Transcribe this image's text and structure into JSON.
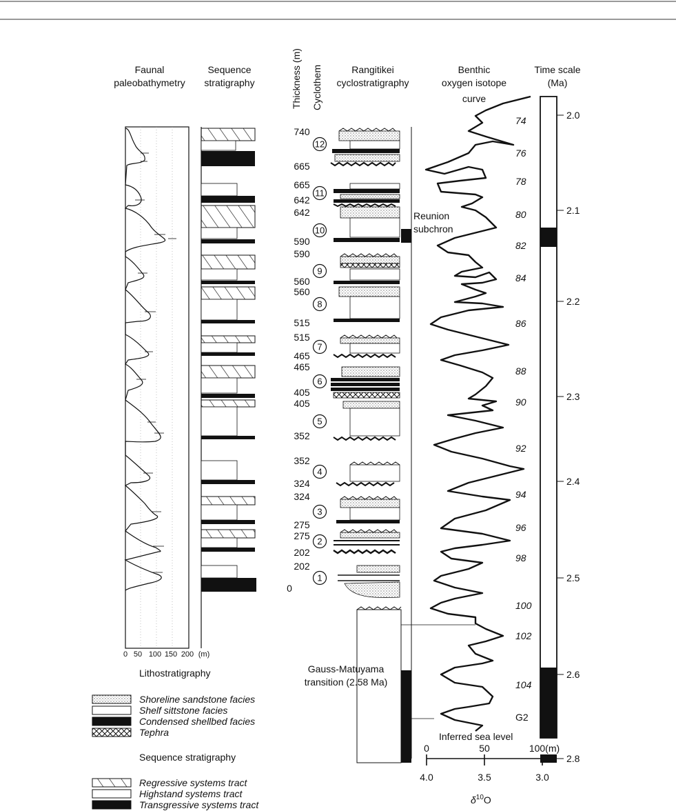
{
  "headers": {
    "faunal": [
      "Faunal",
      "paleobathymetry"
    ],
    "sequence": [
      "Sequence",
      "stratigraphy"
    ],
    "thickness": "Thickness (m)",
    "cyclothem": "Cyclothem",
    "rangitikei": [
      "Rangitikei",
      "cyclostratigraphy"
    ],
    "benthic": [
      "Benthic",
      "oxygen isotope",
      "curve"
    ],
    "timescale": [
      "Time scale",
      "(Ma)"
    ]
  },
  "thickness_labels": [
    "740",
    "665",
    "665",
    "642",
    "642",
    "590",
    "590",
    "560",
    "560",
    "515",
    "515",
    "465",
    "465",
    "405",
    "405",
    "352",
    "352",
    "324",
    "324",
    "275",
    "275",
    "202",
    "202",
    "0"
  ],
  "cyclothems": [
    "12",
    "11",
    "10",
    "9",
    "8",
    "7",
    "6",
    "5",
    "4",
    "3",
    "2",
    "1"
  ],
  "isotope_stages": [
    "74",
    "76",
    "78",
    "80",
    "82",
    "84",
    "86",
    "88",
    "90",
    "92",
    "94",
    "96",
    "98",
    "100",
    "102",
    "104",
    "G2"
  ],
  "time_ticks": [
    "2.0",
    "2.1",
    "2.2",
    "2.3",
    "2.4",
    "2.5",
    "2.6",
    "2.8"
  ],
  "faunal_axis": {
    "ticks": [
      "0",
      "50",
      "100",
      "150",
      "200"
    ],
    "unit": "(m)"
  },
  "annotations": {
    "reunion": [
      "Reunion",
      "subchron"
    ],
    "gauss": [
      "Gauss-Matuyama",
      "transition (2.58 Ma)"
    ],
    "inferred": "Inferred sea level",
    "sea_ticks": [
      "0",
      "50",
      "100(m)"
    ],
    "delta_ticks": [
      "4.0",
      "3.5",
      "3.0"
    ],
    "delta_label": "δ",
    "delta_sup": "10",
    "delta_o": "O"
  },
  "legend": {
    "litho_title": "Lithostratigraphy",
    "litho": [
      "Shoreline sandstone facies",
      "Shelf sittstone facies",
      "Condensed shellbed facies",
      "Tephra"
    ],
    "seq_title": "Sequence stratigraphy",
    "seq": [
      "Regressive systems tract",
      "Highstand systems tract",
      "Transgressive systems tract"
    ]
  }
}
